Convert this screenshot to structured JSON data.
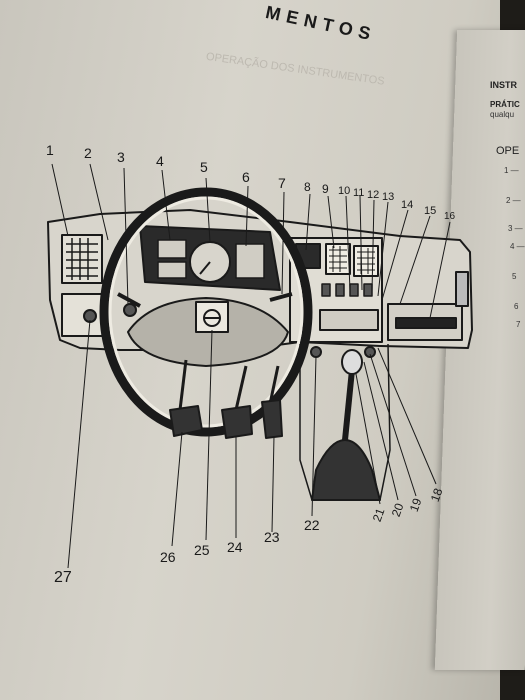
{
  "page_heading": "MENTOS",
  "faint_text": "OPERAÇÃO DOS INSTRUMENTOS",
  "right_page": {
    "line1": "INSTR",
    "line2": "PRÁTIC",
    "line3": "qualqu",
    "line4": "OPE",
    "items": [
      "1 —",
      "2 —",
      "3 —",
      "4 —",
      "5",
      "6",
      "7"
    ]
  },
  "callouts_top": [
    "1",
    "2",
    "3",
    "4",
    "5",
    "6",
    "7",
    "8",
    "9",
    "10",
    "11",
    "12",
    "13",
    "14",
    "15",
    "16"
  ],
  "callouts_bottom": [
    "27",
    "26",
    "25",
    "24",
    "23",
    "22",
    "21",
    "20",
    "19",
    "18"
  ]
}
